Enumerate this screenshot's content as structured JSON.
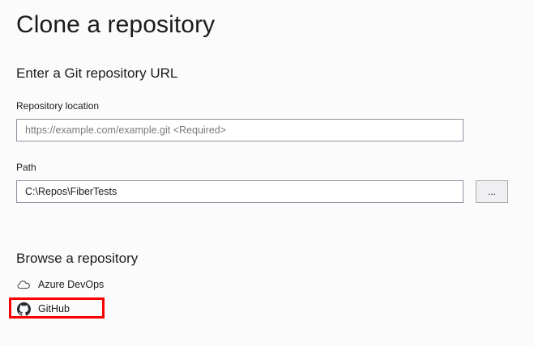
{
  "dialog": {
    "title": "Clone a repository"
  },
  "url_section": {
    "heading": "Enter a Git repository URL",
    "fields": {
      "repository_location": {
        "label": "Repository location",
        "value": "",
        "placeholder": "https://example.com/example.git <Required>"
      },
      "path": {
        "label": "Path",
        "value": "C:\\Repos\\FiberTests",
        "placeholder": ""
      }
    },
    "browse_button_label": "..."
  },
  "browse_section": {
    "heading": "Browse a repository",
    "providers": [
      {
        "label": "Azure DevOps",
        "icon": "cloud-icon",
        "highlighted": false
      },
      {
        "label": "GitHub",
        "icon": "github-icon",
        "highlighted": true
      }
    ]
  },
  "annotation": {
    "color": "#f80000",
    "target": "GitHub"
  },
  "colors": {
    "background": "#fbfbfb",
    "text": "#1b1b1b",
    "placeholder": "#7a7a7a",
    "input_border": "#8d93a0",
    "button_face": "#efeff1",
    "button_border": "#adadad",
    "highlight": "#f80000"
  }
}
